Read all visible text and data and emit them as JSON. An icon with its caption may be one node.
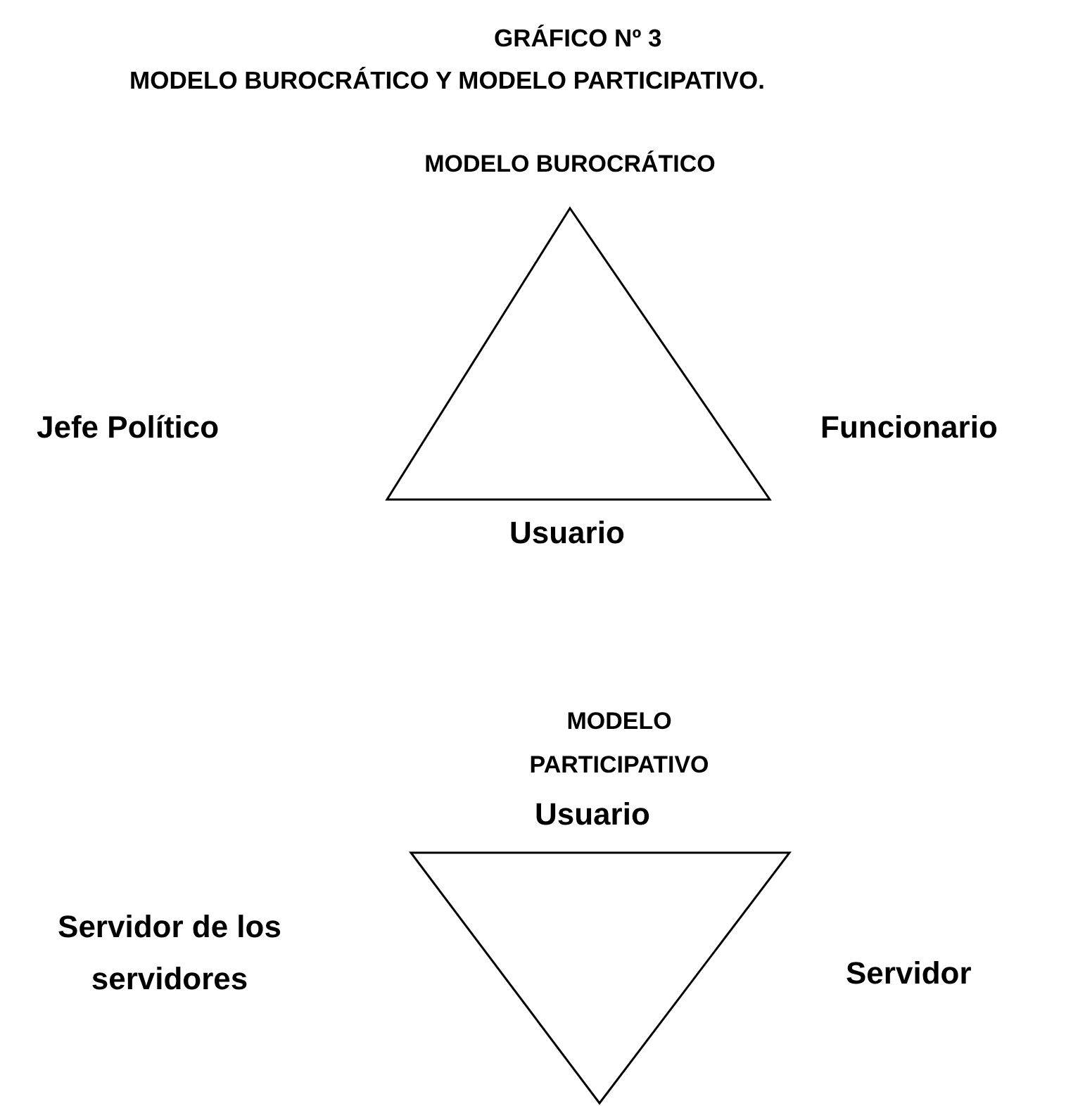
{
  "diagram": {
    "title": "GRÁFICO Nº 3",
    "nodes": [
      {
        "text": [],
        "shape": "triangle"
      },
      {
        "text": [],
        "shape": "triangle"
      }
    ],
    "edges": [],
    "labels": [
      "MODELO BUROCRÁTICO Y MODELO PARTICIPATIVO.",
      "MODELO BUROCRÁTICO",
      "Jefe Político",
      "Funcionario",
      "Usuario",
      "MODELO PARTICIPATIVO",
      "Usuario",
      "Servidor de los servidores",
      "Servidor"
    ]
  }
}
